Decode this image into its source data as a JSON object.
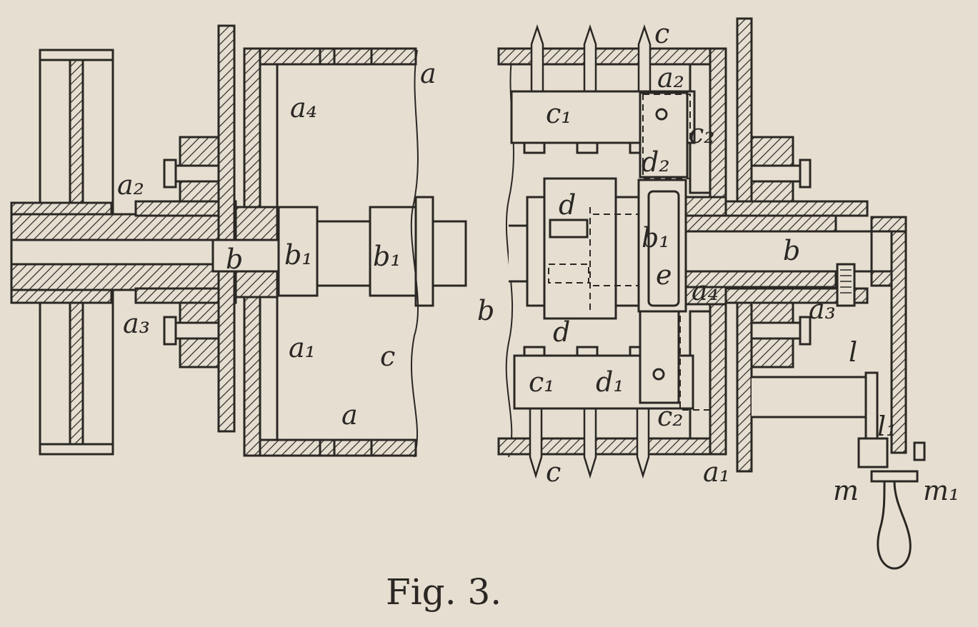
{
  "figure": {
    "caption": "Fig. 3.",
    "labels": {
      "a_top": "a",
      "a_bottom": "a",
      "a1_left": "a₁",
      "a1_right": "a₁",
      "a2_left": "a₂",
      "a2_right": "a₂",
      "a3_left": "a₃",
      "a3_right": "a₃",
      "a4_left": "a₄",
      "a4_right": "a₄",
      "b_left": "b",
      "b_mid": "b",
      "b_right": "b",
      "b1_a": "b₁",
      "b1_b": "b₁",
      "b1_right": "b₁",
      "c_chamber": "c",
      "c_top": "c",
      "c_bottom": "c",
      "c1_top": "c₁",
      "c1_bottom": "c₁",
      "c2_top": "c₂",
      "c2_bottom": "c₂",
      "d_upper": "d",
      "d_lower": "d",
      "d1": "d₁",
      "d2": "d₂",
      "e": "e",
      "l": "l",
      "l1": "l₁",
      "m": "m",
      "m1": "m₁"
    }
  },
  "colors": {
    "paper": "#e6dfd1",
    "ink": "#2a2724"
  }
}
